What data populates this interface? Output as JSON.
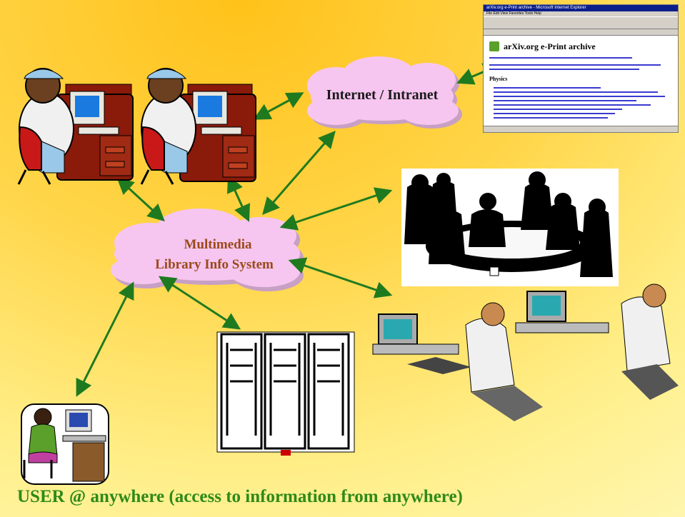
{
  "network_cloud": {
    "label": "Internet / Intranet"
  },
  "library_cloud": {
    "line1": "Multimedia",
    "line2": "Library Info System"
  },
  "browser": {
    "title": "arXiv.org e-Print archive - Microsoft Internet Explorer",
    "menu": "File  Edit  View  Favorites  Tools  Help",
    "heading": "arXiv.org e-Print archive",
    "section": "Physics"
  },
  "caption": "USER @ anywhere (access to information from anywhere)",
  "colors": {
    "arrow": "#1f7a1f",
    "cloud_fill": "#f6c6f0",
    "cloud_shadow": "#c8a0c4",
    "caption": "#2e8a1a",
    "library_text": "#9a4a1a"
  }
}
